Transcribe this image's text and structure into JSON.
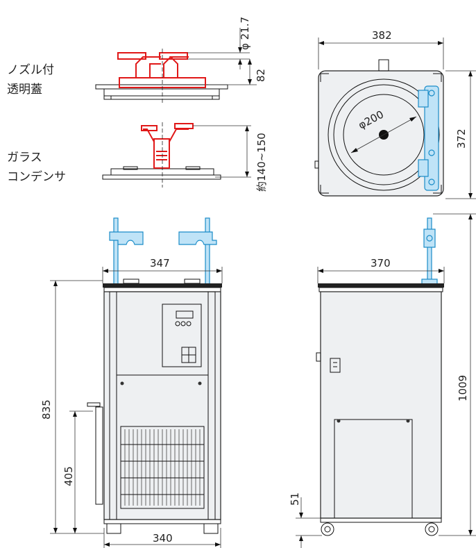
{
  "labels": {
    "nozzle_lid": [
      "ノズル付",
      "透明蓋"
    ],
    "glass_condenser": [
      "ガラス",
      "コンデンサ"
    ]
  },
  "dimensions": {
    "phi_nozzle": "φ 21.7",
    "nozzle_height": "82",
    "condenser_height": "約140~150",
    "top_width": "382",
    "top_depth": "372",
    "bath_diameter": "φ200",
    "clamp_span": "347",
    "body_height": "835",
    "drain_height": "405",
    "front_width": "340",
    "side_width": "370",
    "total_height": "1009",
    "caster_height": "51"
  },
  "colors": {
    "nozzle": "#e01818",
    "clamp": "#1a8cc8"
  }
}
